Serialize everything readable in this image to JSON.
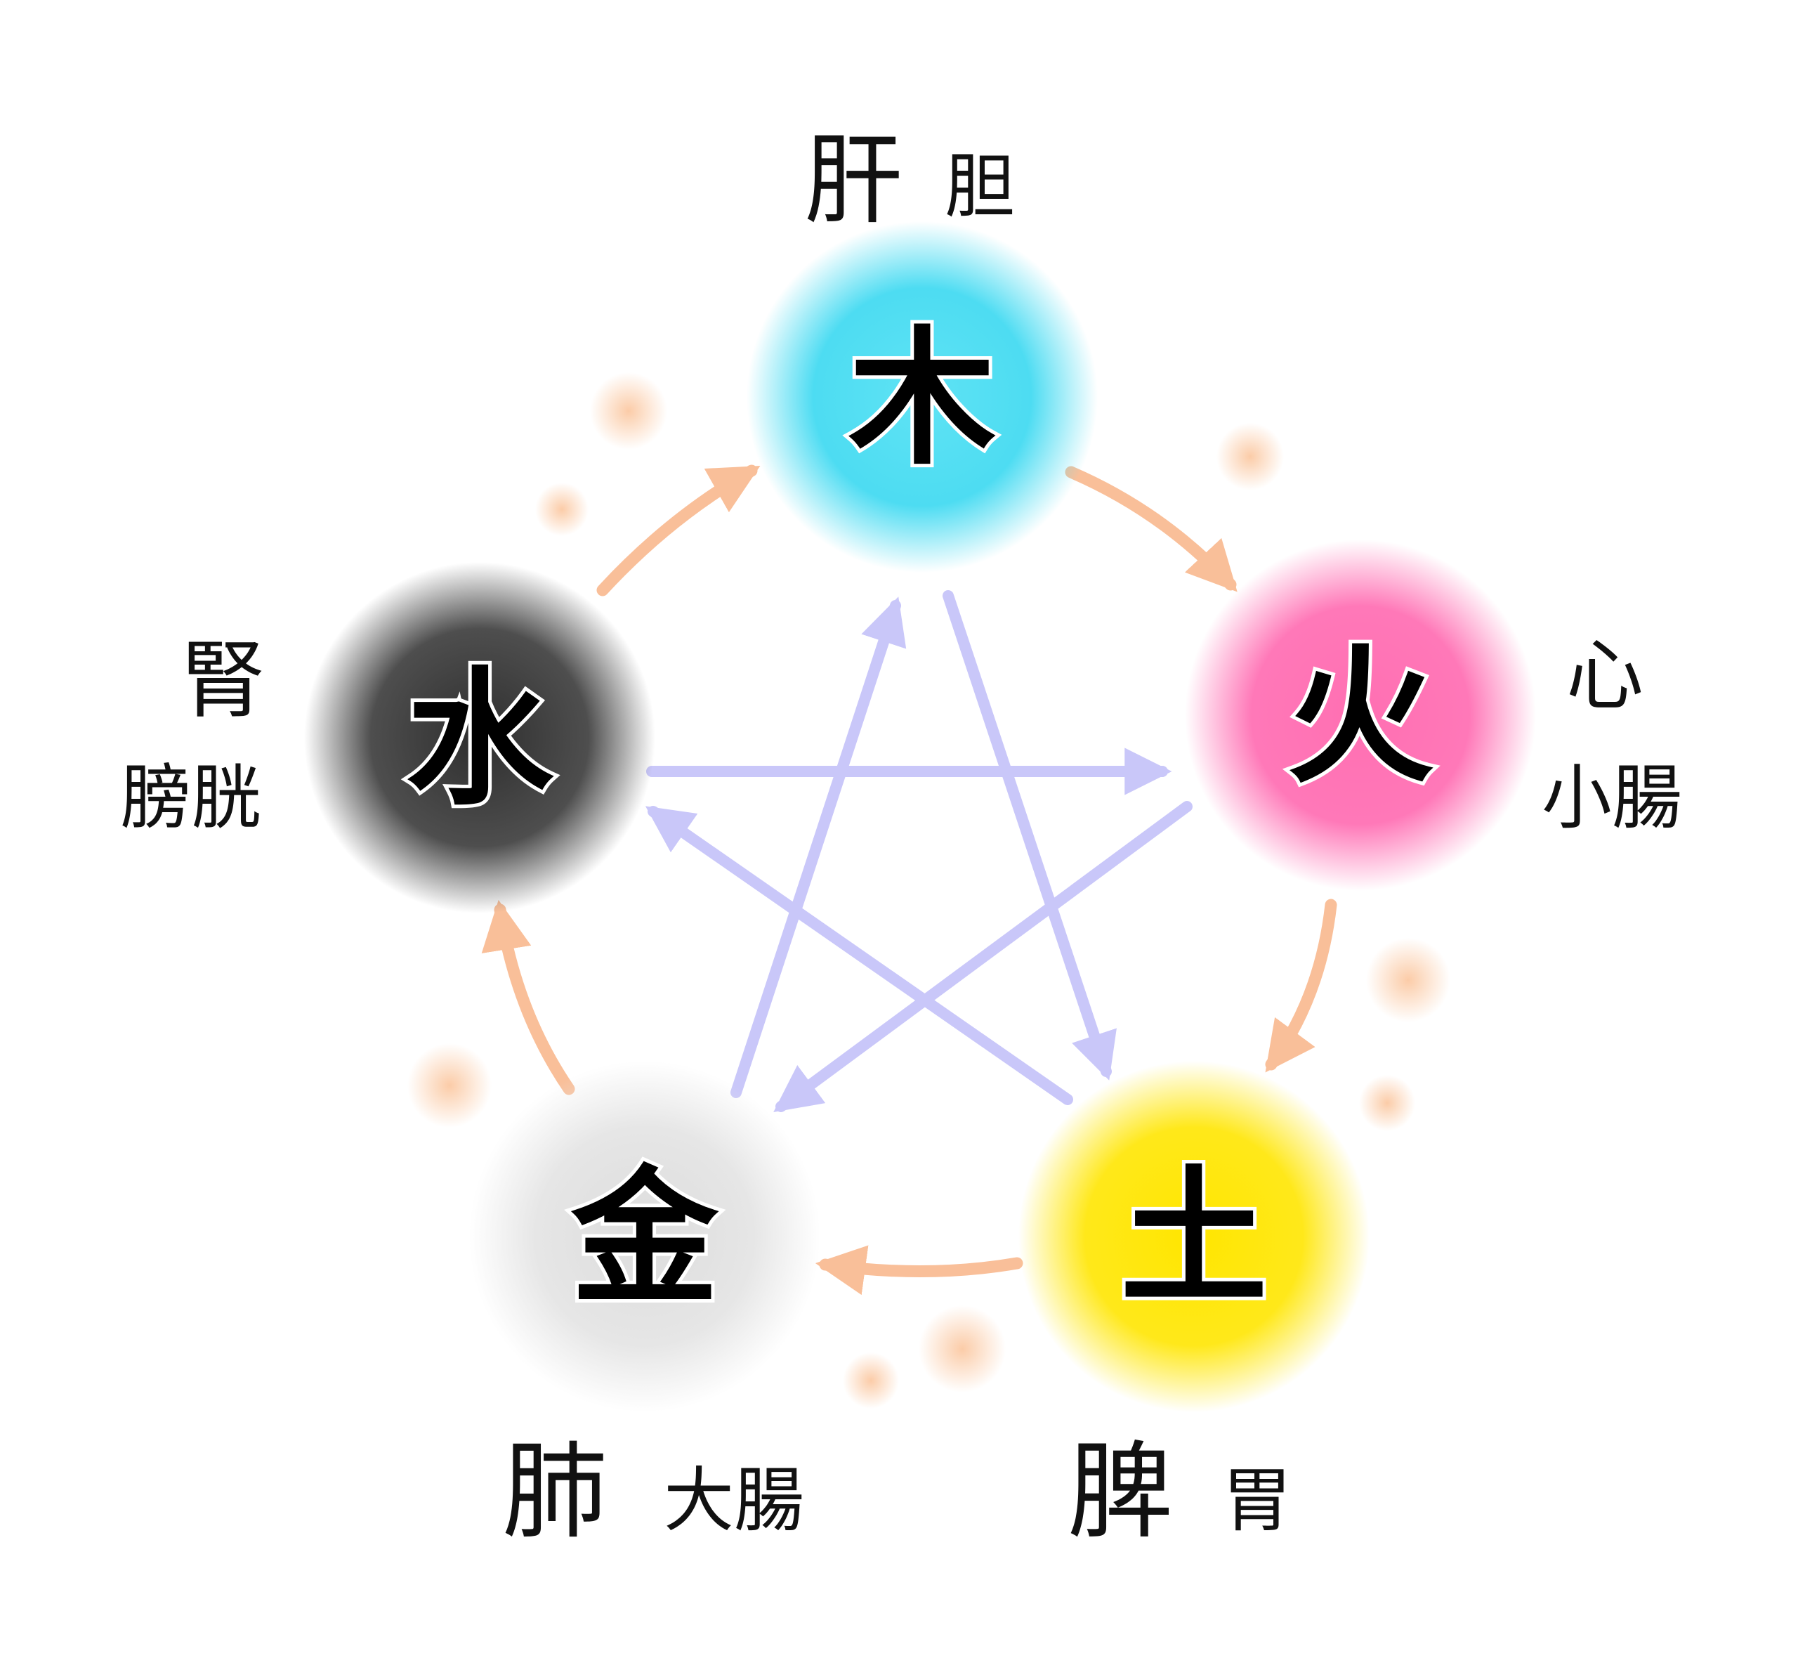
{
  "elements": {
    "wood": {
      "char": "木",
      "organ": "肝",
      "bowel": "胆",
      "color": "#4ddcf2"
    },
    "fire": {
      "char": "火",
      "organ": "心",
      "bowel": "小腸",
      "color": "#ff78b8"
    },
    "earth": {
      "char": "土",
      "organ": "脾",
      "bowel": "胃",
      "color": "#ffe81a"
    },
    "metal": {
      "char": "金",
      "organ": "肺",
      "bowel": "大腸",
      "color": "#e2e2e2"
    },
    "water": {
      "char": "水",
      "organ": "腎",
      "bowel": "膀胱",
      "color": "#4a4a4a"
    }
  },
  "colors": {
    "generating_cycle": "#f9bf99",
    "controlling_cycle": "#c9c7f9",
    "dots": "#fbd2b2"
  }
}
